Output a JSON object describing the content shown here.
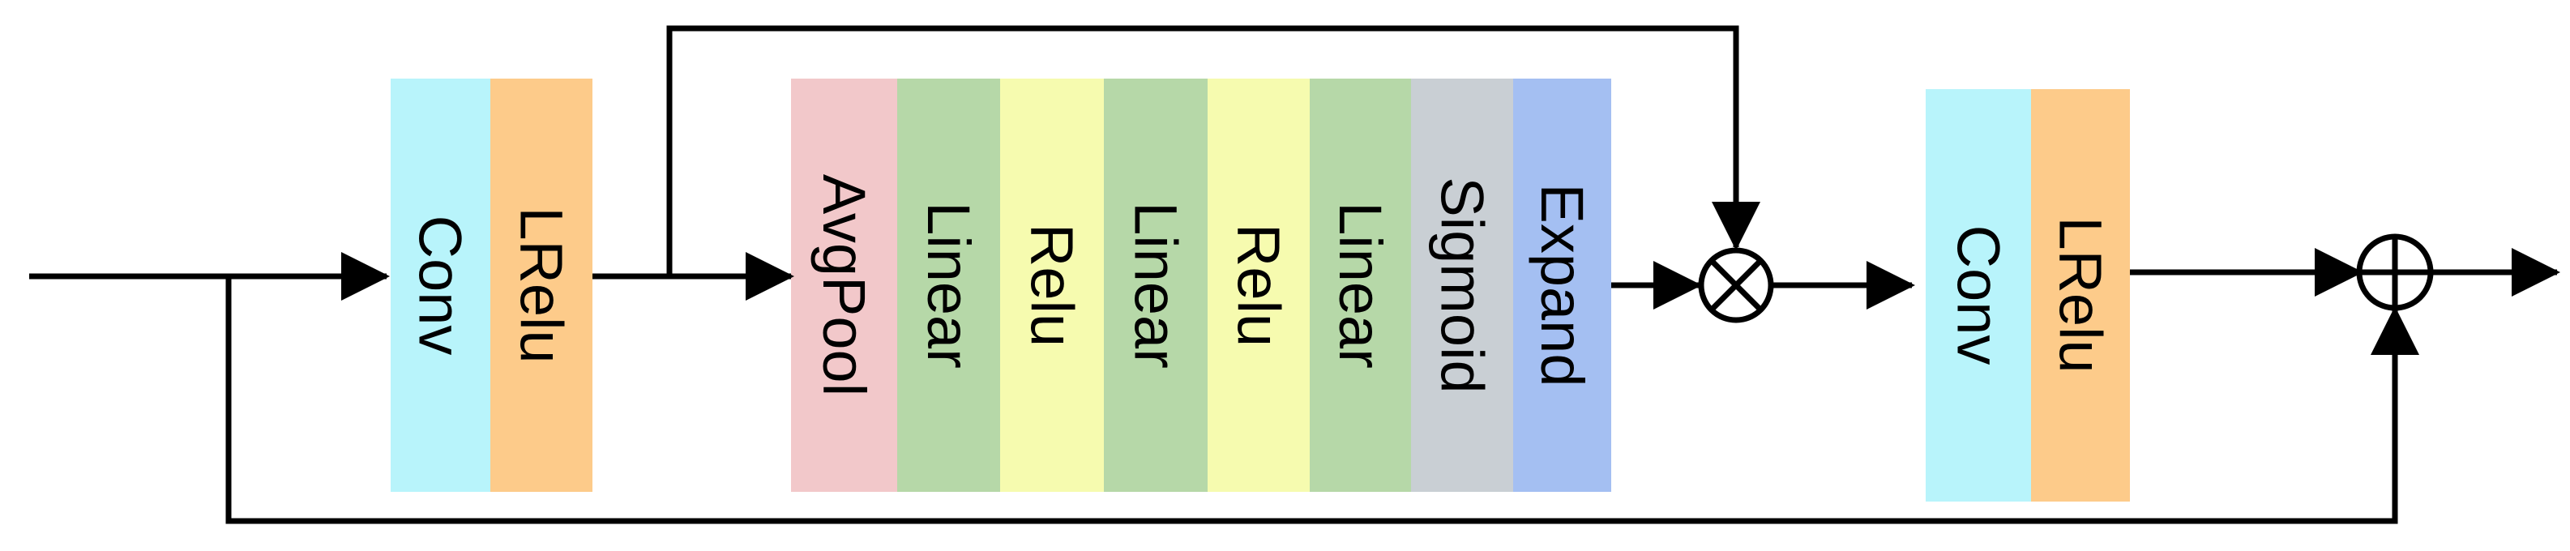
{
  "block1": {
    "label_a": "Conv",
    "label_b": "LRelu",
    "color_a": "#b8f4fb",
    "color_b": "#fdcb8a"
  },
  "attention": {
    "labels": [
      "AvgPool",
      "Linear",
      "Relu",
      "Linear",
      "Relu",
      "Linear",
      "Sigmoid",
      "Expand"
    ],
    "colors": [
      "#f2c8ca",
      "#b6d8a8",
      "#f6fbaf",
      "#b6d8a8",
      "#f6fbaf",
      "#b6d8a8",
      "#c9cfd4",
      "#a4bff2"
    ]
  },
  "block2": {
    "label_a": "Conv",
    "label_b": "LRelu",
    "color_a": "#b8f4fb",
    "color_b": "#fdcb8a"
  },
  "operators": {
    "multiply": "multiply",
    "add": "add"
  },
  "line_color": "#000000"
}
